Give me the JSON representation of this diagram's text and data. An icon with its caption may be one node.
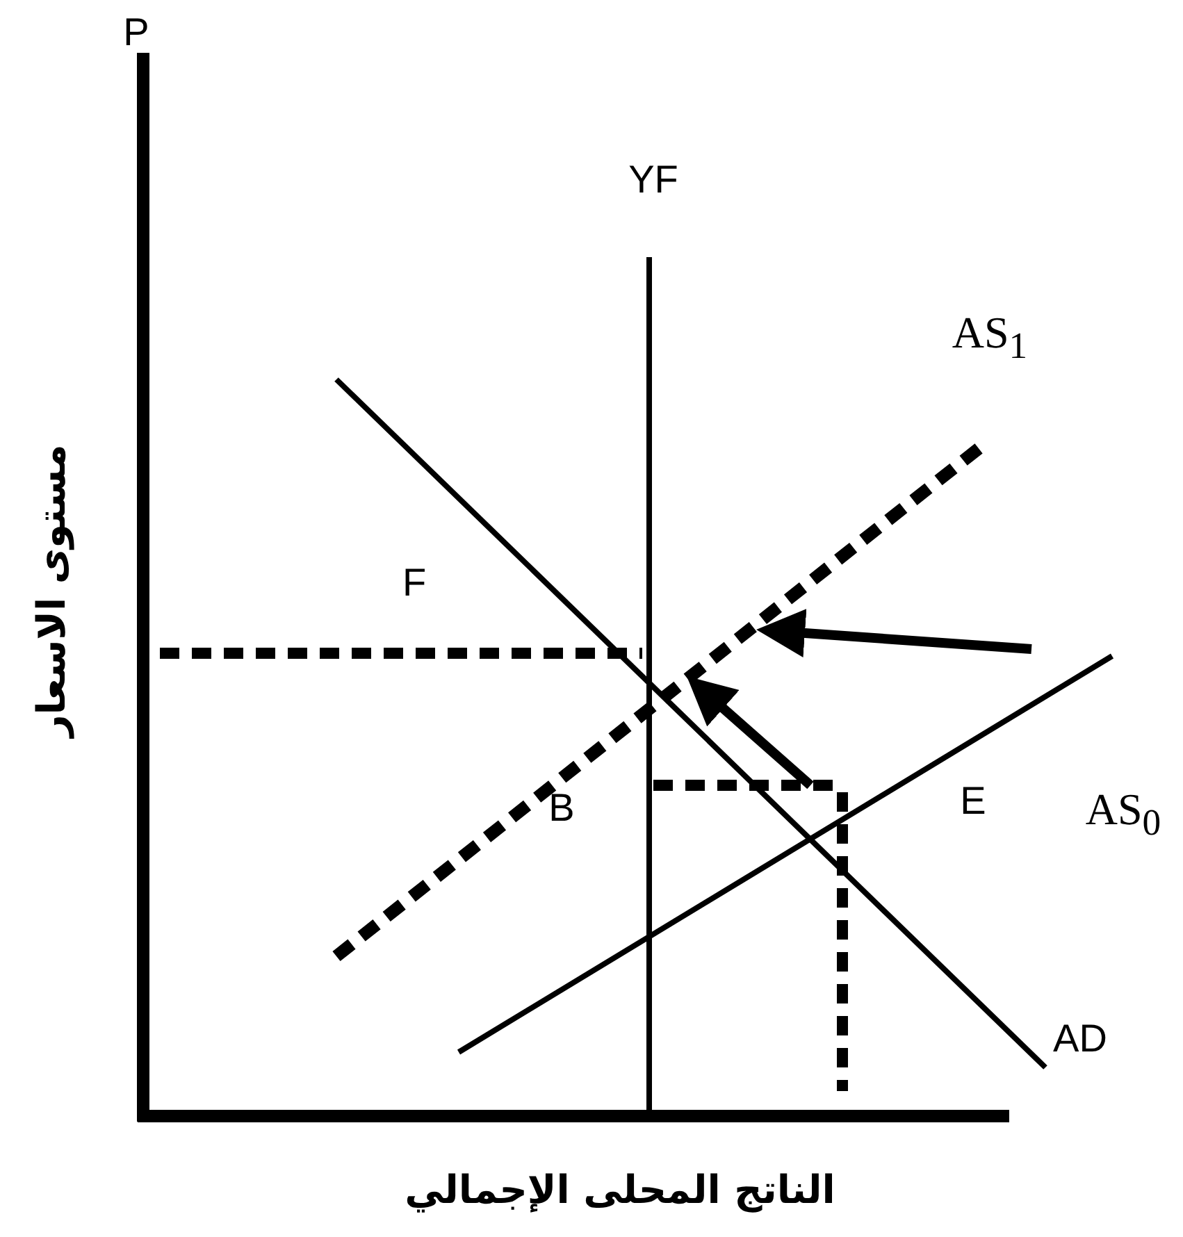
{
  "diagram": {
    "labels": [
      "P",
      "YF",
      "AS$_{1}$",
      "F",
      "AS$_{0}$",
      "B",
      "E",
      "AD",
      "مستوى الاسعار",
      "الناتج المحلى الإجمالي"
    ]
  }
}
